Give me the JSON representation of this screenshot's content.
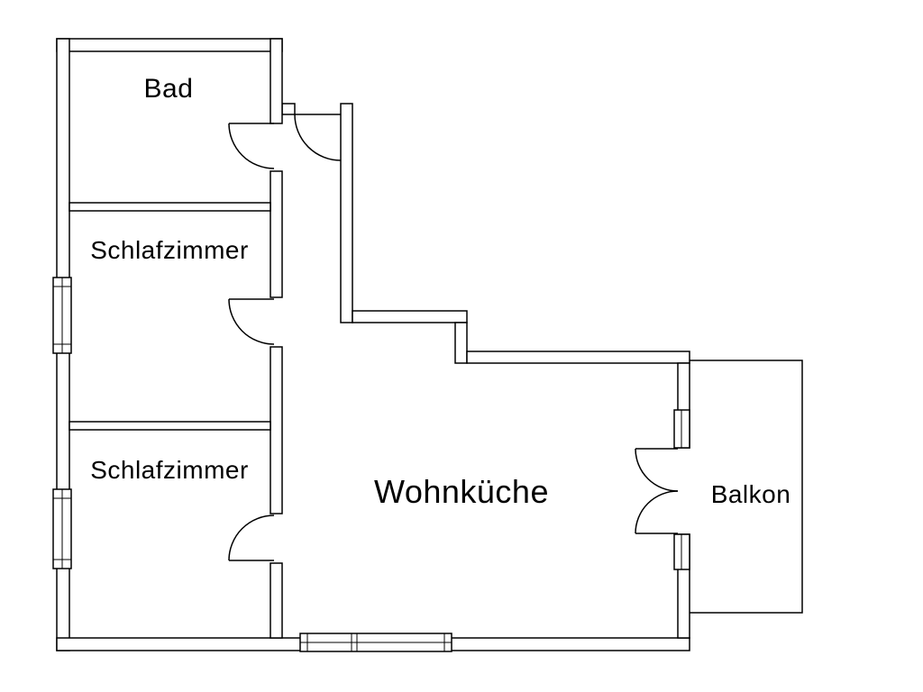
{
  "colors": {
    "line": "#000000",
    "background": "#ffffff"
  },
  "rooms": [
    {
      "name": "bad",
      "label": "Bad"
    },
    {
      "name": "schlafzimmer-1",
      "label": "Schlafzimmer"
    },
    {
      "name": "schlafzimmer-2",
      "label": "Schlafzimmer"
    },
    {
      "name": "wohnkueche",
      "label": "Wohnküche"
    },
    {
      "name": "balkon",
      "label": "Balkon"
    }
  ]
}
